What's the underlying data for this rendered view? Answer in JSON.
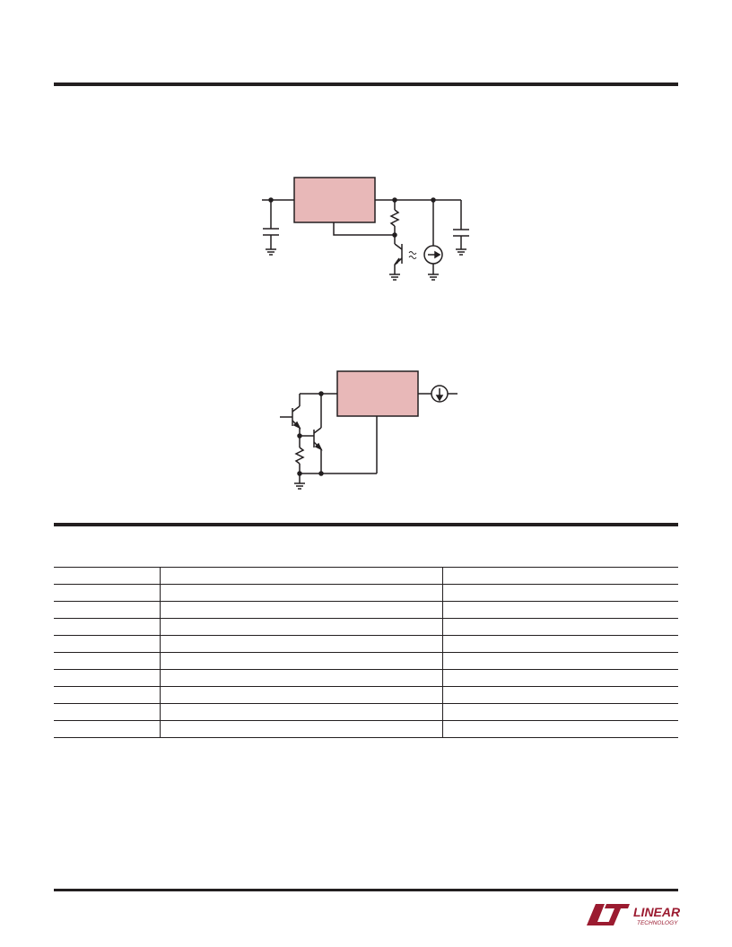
{
  "brand": {
    "logo_text": "LINEAR",
    "logo_subtext": "TECHNOLOGY",
    "logo_color": "#9b1b30"
  },
  "colors": {
    "rule": "#231f20",
    "block_fill": "#e8b8b8",
    "wire": "#231f20"
  },
  "schematic_1": {
    "components": [
      "regulator-block",
      "input-capacitor",
      "output-capacitor",
      "pull-up-resistor",
      "phototransistor",
      "light-dependent-source"
    ]
  },
  "schematic_2": {
    "components": [
      "regulator-block",
      "current-source",
      "transistor-q1",
      "transistor-q2",
      "bias-resistor"
    ]
  },
  "table": {
    "columns": [
      "",
      "",
      ""
    ],
    "rows": [
      [
        "",
        "",
        ""
      ],
      [
        "",
        "",
        ""
      ],
      [
        "",
        "",
        ""
      ],
      [
        "",
        "",
        ""
      ],
      [
        "",
        "",
        ""
      ],
      [
        "",
        "",
        ""
      ],
      [
        "",
        "",
        ""
      ],
      [
        "",
        "",
        ""
      ],
      [
        "",
        "",
        ""
      ]
    ]
  }
}
